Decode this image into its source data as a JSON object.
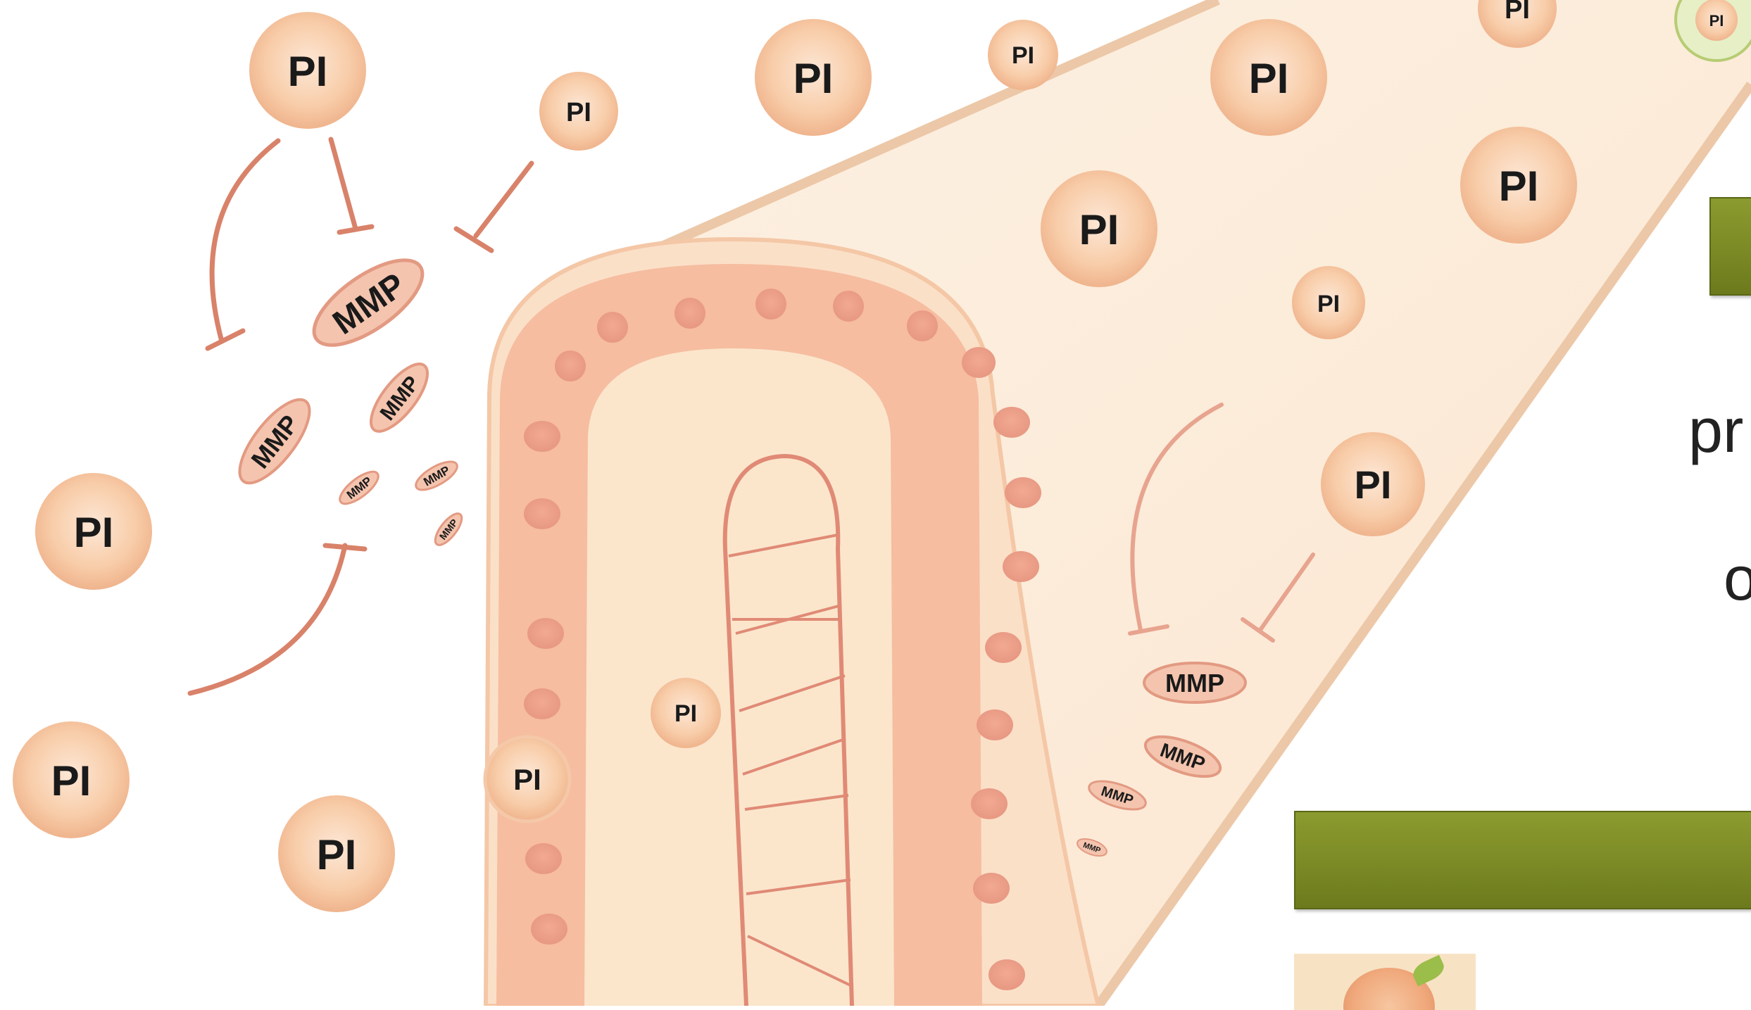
{
  "labels": {
    "pi": "PI",
    "mmp": "MMP"
  },
  "fragments": {
    "line1": "pr",
    "line2": "o"
  },
  "colors": {
    "cell_fill": "#f7c9a6",
    "cell_text": "#1a1a1a",
    "villus_band": "#f3ad96",
    "lumen": "#fbe6cc",
    "wedge": "#fdefe0",
    "arrow": "#d9826a",
    "bar_green": "#7b8a25"
  },
  "icons": [
    "pi-molecule-icon",
    "mmp-enzyme-icon",
    "inhibition-arrow-icon",
    "intestinal-villus-icon",
    "intestine-thumbnail-icon"
  ]
}
